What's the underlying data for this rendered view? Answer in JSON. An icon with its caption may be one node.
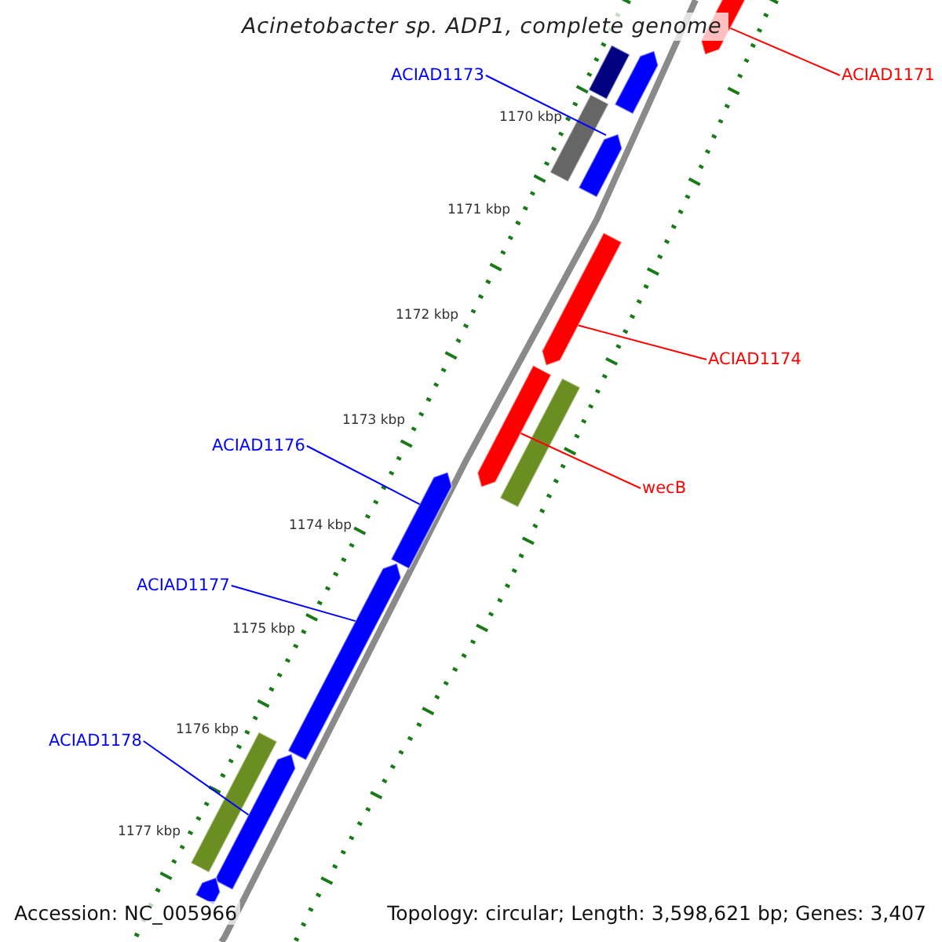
{
  "diagram": {
    "title": "Acinetobacter sp. ADP1, complete genome",
    "nodes": [
      {
        "text": [
          "ACIAD1171"
        ]
      },
      {
        "text": [
          "ACIAD1173"
        ]
      },
      {
        "text": [
          "ACIAD1174"
        ]
      },
      {
        "text": [
          "wecB"
        ]
      },
      {
        "text": [
          "ACIAD1176"
        ]
      },
      {
        "text": [
          "ACIAD1177"
        ]
      },
      {
        "text": [
          "ACIAD1178"
        ]
      },
      {
        "text": [],
        "shape": "bar"
      },
      {
        "text": [],
        "shape": "bar"
      },
      {
        "text": [],
        "shape": "bar"
      },
      {
        "text": [],
        "shape": "bar"
      },
      {
        "text": [],
        "shape": "bar"
      },
      {
        "text": [],
        "shape": "bar"
      },
      {
        "text": [],
        "shape": "bar"
      },
      {
        "text": [],
        "shape": "bar"
      },
      {
        "text": [],
        "shape": "bar"
      },
      {
        "text": [],
        "shape": "bar"
      },
      {
        "text": [],
        "shape": "bar"
      },
      {
        "text": [],
        "shape": "bar"
      },
      {
        "text": [],
        "shape": "bar"
      }
    ],
    "edges": [
      {
        "from": 0,
        "to": 7,
        "arrow": "none",
        "color": "#ff0000"
      },
      {
        "from": 1,
        "to": 11,
        "arrow": "none"
      },
      {
        "from": 2,
        "to": 12,
        "arrow": "none",
        "color": "#ff0000"
      },
      {
        "from": 3,
        "to": 13,
        "arrow": "none",
        "color": "#ff0000"
      },
      {
        "from": 4,
        "to": 15,
        "arrow": "none"
      },
      {
        "from": 5,
        "to": 16,
        "arrow": "none"
      },
      {
        "from": 6,
        "to": 18,
        "arrow": "none"
      }
    ],
    "labels": [
      "1170 kbp",
      "1171 kbp",
      "1172 kbp",
      "1173 kbp",
      "1174 kbp",
      "1175 kbp",
      "1176 kbp",
      "1177 kbp",
      "Accession: NC_005966",
      "Topology: circular; Length: 3,598,621 bp; Genes: 3,407"
    ]
  }
}
